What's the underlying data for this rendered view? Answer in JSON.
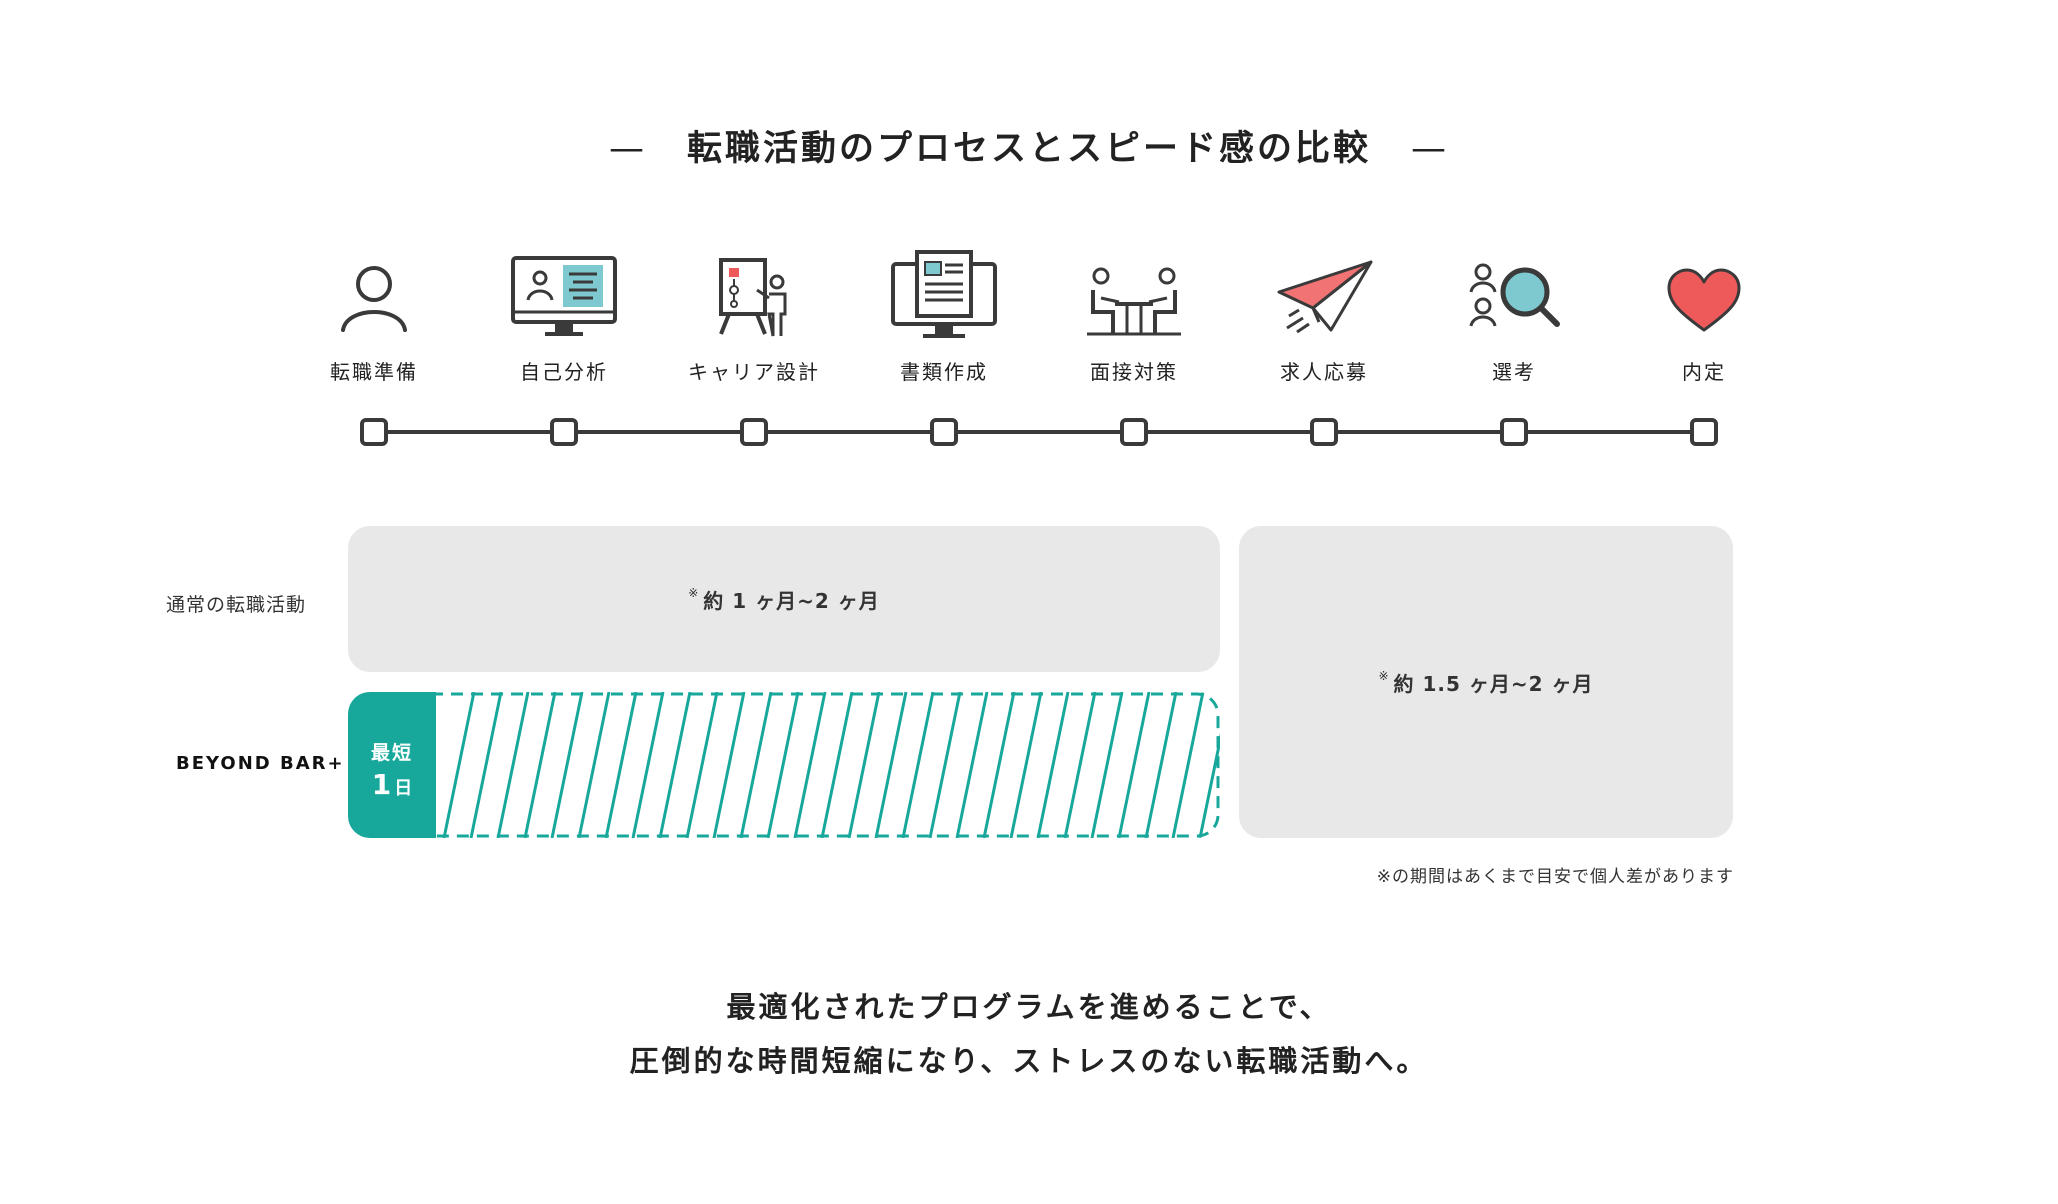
{
  "header": {
    "dash_left": "—",
    "title": "転職活動のプロセスとスピード感の比較",
    "dash_right": "—"
  },
  "steps": [
    {
      "label": "転職準備",
      "icon": "person-icon"
    },
    {
      "label": "自己分析",
      "icon": "monitor-profile-icon"
    },
    {
      "label": "キャリア設計",
      "icon": "presentation-icon"
    },
    {
      "label": "書類作成",
      "icon": "document-monitor-icon"
    },
    {
      "label": "面接対策",
      "icon": "interview-icon"
    },
    {
      "label": "求人応募",
      "icon": "paper-plane-icon"
    },
    {
      "label": "選考",
      "icon": "magnifier-people-icon"
    },
    {
      "label": "内定",
      "icon": "heart-icon"
    }
  ],
  "comparison": {
    "normal_label": "通常の転職活動",
    "brand_label": "BEYOND BAR+",
    "normal_mark": "※",
    "normal_duration": "約 1 ヶ月~2 ヶ月",
    "selection_mark": "※",
    "selection_duration": "約 1.5 ヶ月~2 ヶ月",
    "fast_top": "最短",
    "fast_num": "1",
    "fast_unit": "日",
    "note": "※の期間はあくまで目安で個人差があります"
  },
  "summary": {
    "line1": "最適化されたプログラムを進めることで、",
    "line2": "圧倒的な時間短縮になり、ストレスのない転職活動へ。"
  },
  "colors": {
    "accent": "#17a89b",
    "gray_box": "#e8e8e8",
    "icon_teal": "#7ec9cf",
    "icon_red": "#ee5a5a",
    "line": "#3a3a3a"
  }
}
